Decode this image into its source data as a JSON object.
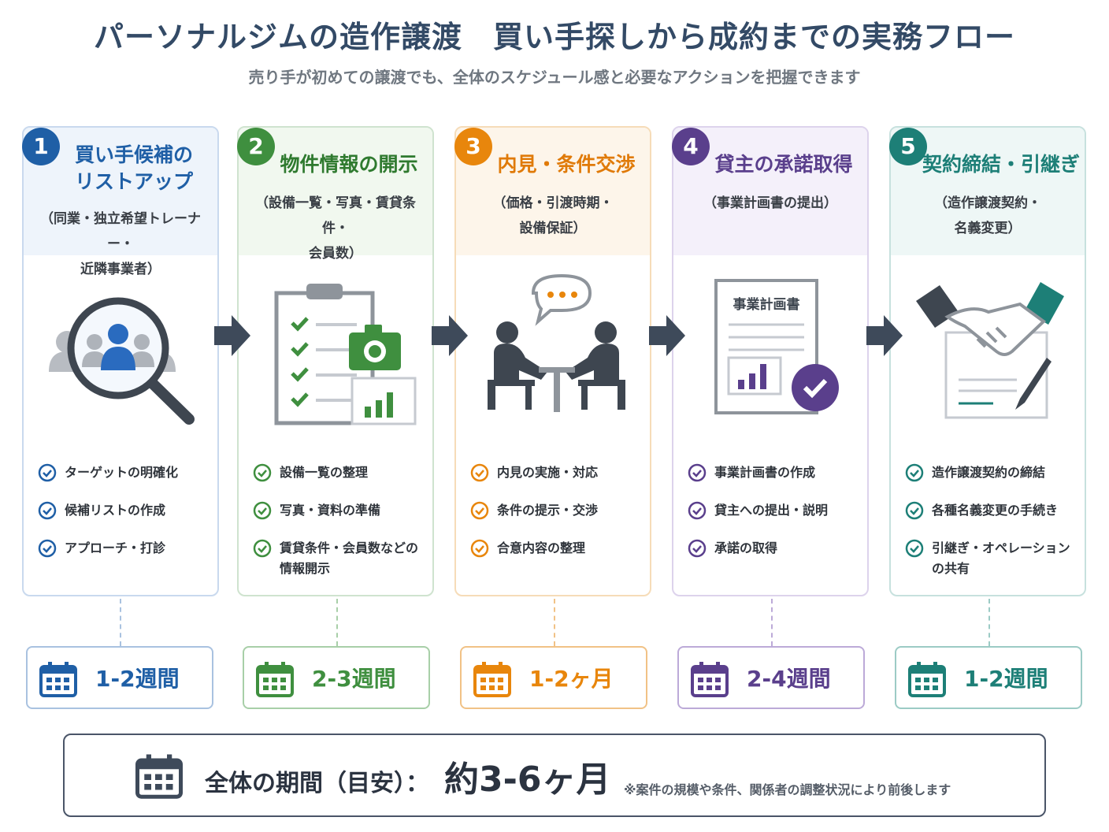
{
  "header": {
    "title": "パーソナルジムの造作譲渡　買い手探しから成約までの実務フロー",
    "subtitle": "売り手が初めての譲渡でも、全体のスケジュール感と必要なアクションを把握できます"
  },
  "colors": {
    "step1": "#1f5fa6",
    "step2": "#3f8f3f",
    "step3": "#e8860c",
    "step4": "#5a3f8c",
    "step5": "#1d7f77",
    "arrow": "#3e4a5a"
  },
  "steps": [
    {
      "number": "1",
      "title_line1": "買い手候補の",
      "title_line2": "リストアップ",
      "sub_line1": "（同業・独立希望トレーナー・",
      "sub_line2": "近隣事業者）",
      "icon": "magnifier-people-icon",
      "checks": [
        "ターゲットの明確化",
        "候補リストの作成",
        "アプローチ・打診"
      ],
      "duration": "1-2週間"
    },
    {
      "number": "2",
      "title_line1": "物件情報の開示",
      "sub_line1": "（設備一覧・写真・賃貸条件・",
      "sub_line2": "会員数）",
      "icon": "clipboard-camera-icon",
      "checks": [
        "設備一覧の整理",
        "写真・資料の準備",
        "賃貸条件・会員数などの",
        "情報開示"
      ],
      "duration": "2-3週間"
    },
    {
      "number": "3",
      "title_line1": "内見・条件交渉",
      "sub_line1": "（価格・引渡時期・",
      "sub_line2": "設備保証）",
      "icon": "meeting-icon",
      "checks": [
        "内見の実施・対応",
        "条件の提示・交渉",
        "合意内容の整理"
      ],
      "duration": "1-2ヶ月"
    },
    {
      "number": "4",
      "title_line1": "貸主の承諾取得",
      "sub_line1": "（事業計画書の提出）",
      "icon": "business-plan-icon",
      "doc_label": "事業計画書",
      "checks": [
        "事業計画書の作成",
        "貸主への提出・説明",
        "承諾の取得"
      ],
      "duration": "2-4週間"
    },
    {
      "number": "5",
      "title_line1": "契約締結・引継ぎ",
      "sub_line1": "（造作譲渡契約・",
      "sub_line2": "名義変更）",
      "icon": "handshake-contract-icon",
      "checks": [
        "造作譲渡契約の締結",
        "各種名義変更の手続き",
        "引継ぎ・オペレーション",
        "の共有"
      ],
      "duration": "1-2週間"
    }
  ],
  "total": {
    "label": "全体の期間（目安）：",
    "value": "約3-6ヶ月",
    "note": "※案件の規模や条件、関係者の調整状況により前後します"
  }
}
